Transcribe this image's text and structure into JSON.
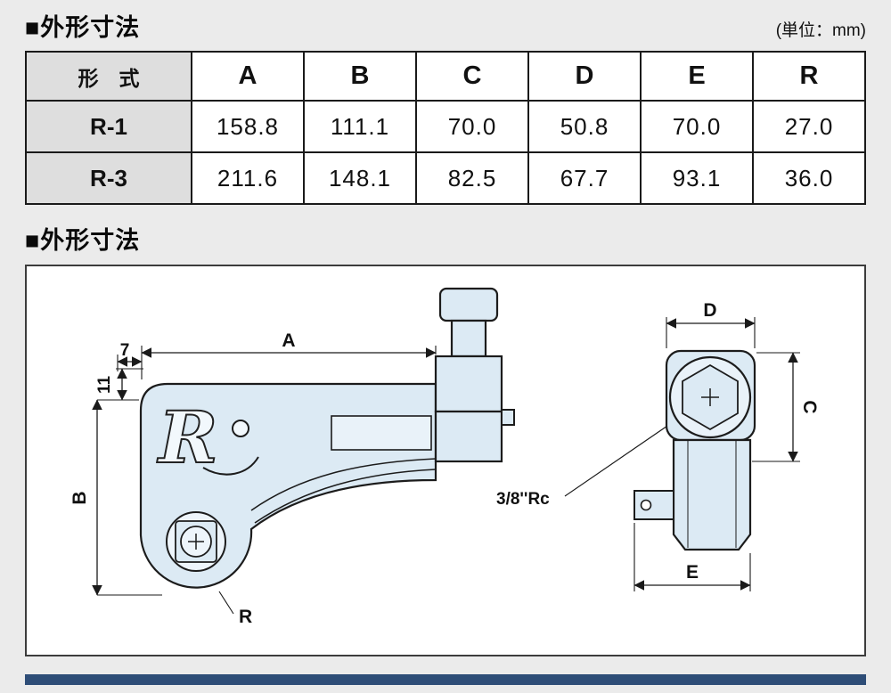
{
  "page": {
    "section1_title": "■外形寸法",
    "unit_label": "(単位：mm)",
    "section2_title": "■外形寸法"
  },
  "table": {
    "headers": [
      "形　式",
      "A",
      "B",
      "C",
      "D",
      "E",
      "R"
    ],
    "rows": [
      {
        "model": "R-1",
        "values": [
          "158.8",
          "111.1",
          "70.0",
          "50.8",
          "70.0",
          "27.0"
        ]
      },
      {
        "model": "R-3",
        "values": [
          "211.6",
          "148.1",
          "82.5",
          "67.7",
          "93.1",
          "36.0"
        ]
      }
    ]
  },
  "diagram": {
    "labels": {
      "dim_a": "A",
      "dim_b": "B",
      "dim_offset7": "7",
      "dim_offset11": "11",
      "dim_r": "R",
      "dim_d": "D",
      "dim_c": "C",
      "dim_e": "E",
      "thread_label": "3/8''Rc",
      "logo": "R"
    },
    "colors": {
      "body_fill": "#dceaf4",
      "face_fill": "#e9f2f9",
      "line": "#1c1c1c"
    }
  }
}
